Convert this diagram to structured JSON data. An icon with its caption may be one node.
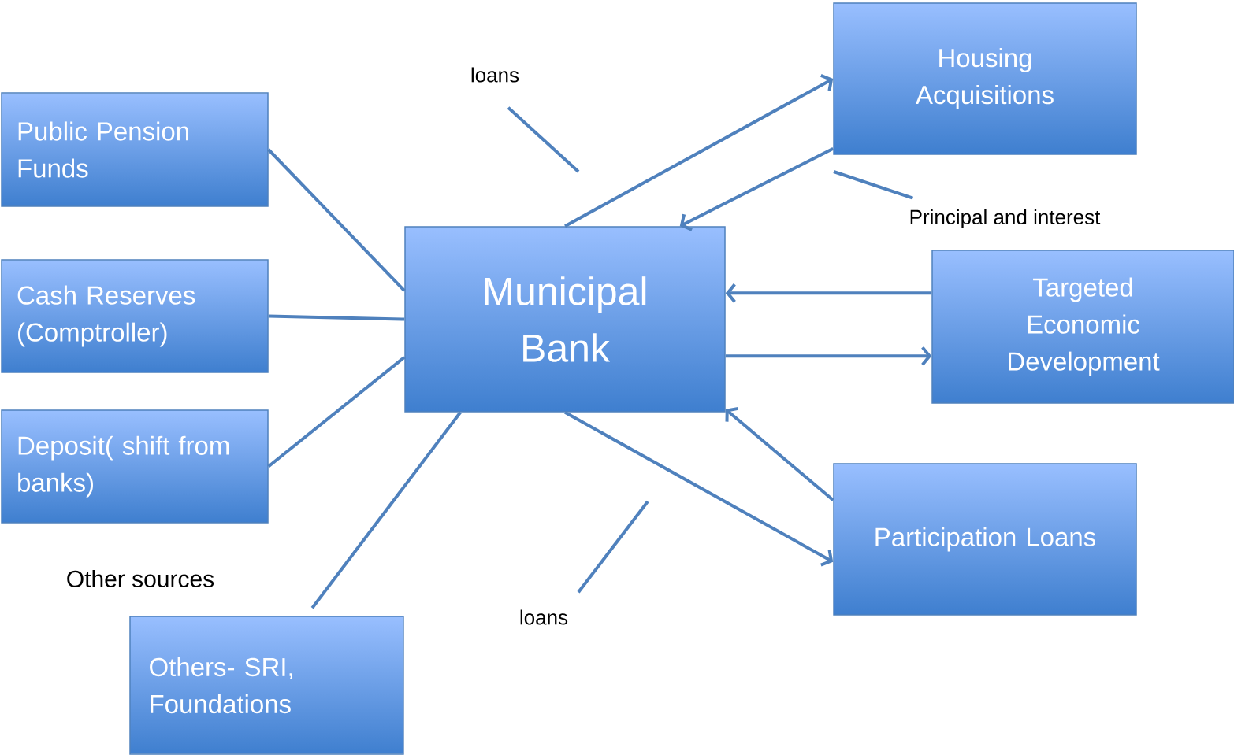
{
  "diagram": {
    "nodes": [
      {
        "text": [
          "Public Pension Funds"
        ]
      },
      {
        "text": [
          "Cash Reserves (Comptroller)"
        ]
      },
      {
        "text": [
          "Deposit( shift from banks)"
        ]
      },
      {
        "text": [
          "Others- SRI, Foundations"
        ]
      },
      {
        "text": [
          "Municipal Bank"
        ]
      },
      {
        "text": [
          "Housing Acquisitions"
        ]
      },
      {
        "text": [
          "Targeted Economic Development"
        ]
      },
      {
        "text": [
          "Participation Loans"
        ]
      },
      {
        "text": [
          "loans"
        ]
      },
      {
        "text": [
          "Principal and interest"
        ]
      },
      {
        "text": [
          "loans"
        ]
      }
    ],
    "edges": [
      {
        "from": 0,
        "to": 4,
        "arrow": "none"
      },
      {
        "from": 1,
        "to": 4,
        "arrow": "none"
      },
      {
        "from": 2,
        "to": 4,
        "arrow": "none"
      },
      {
        "from": 3,
        "to": 4,
        "arrow": "none"
      },
      {
        "from": 4,
        "to": 5,
        "arrow": "to"
      },
      {
        "from": 5,
        "to": 4,
        "arrow": "to"
      },
      {
        "from": 6,
        "to": 4,
        "arrow": "to"
      },
      {
        "from": 4,
        "to": 6,
        "arrow": "to"
      },
      {
        "from": 7,
        "to": 4,
        "arrow": "to"
      },
      {
        "from": 4,
        "to": 7,
        "arrow": "to"
      },
      {
        "from": 8,
        "to": null,
        "arrow": "none"
      },
      {
        "from": 9,
        "to": null,
        "arrow": "none"
      },
      {
        "from": 10,
        "to": null,
        "arrow": "none"
      }
    ],
    "labels": [
      "Other sources"
    ]
  }
}
